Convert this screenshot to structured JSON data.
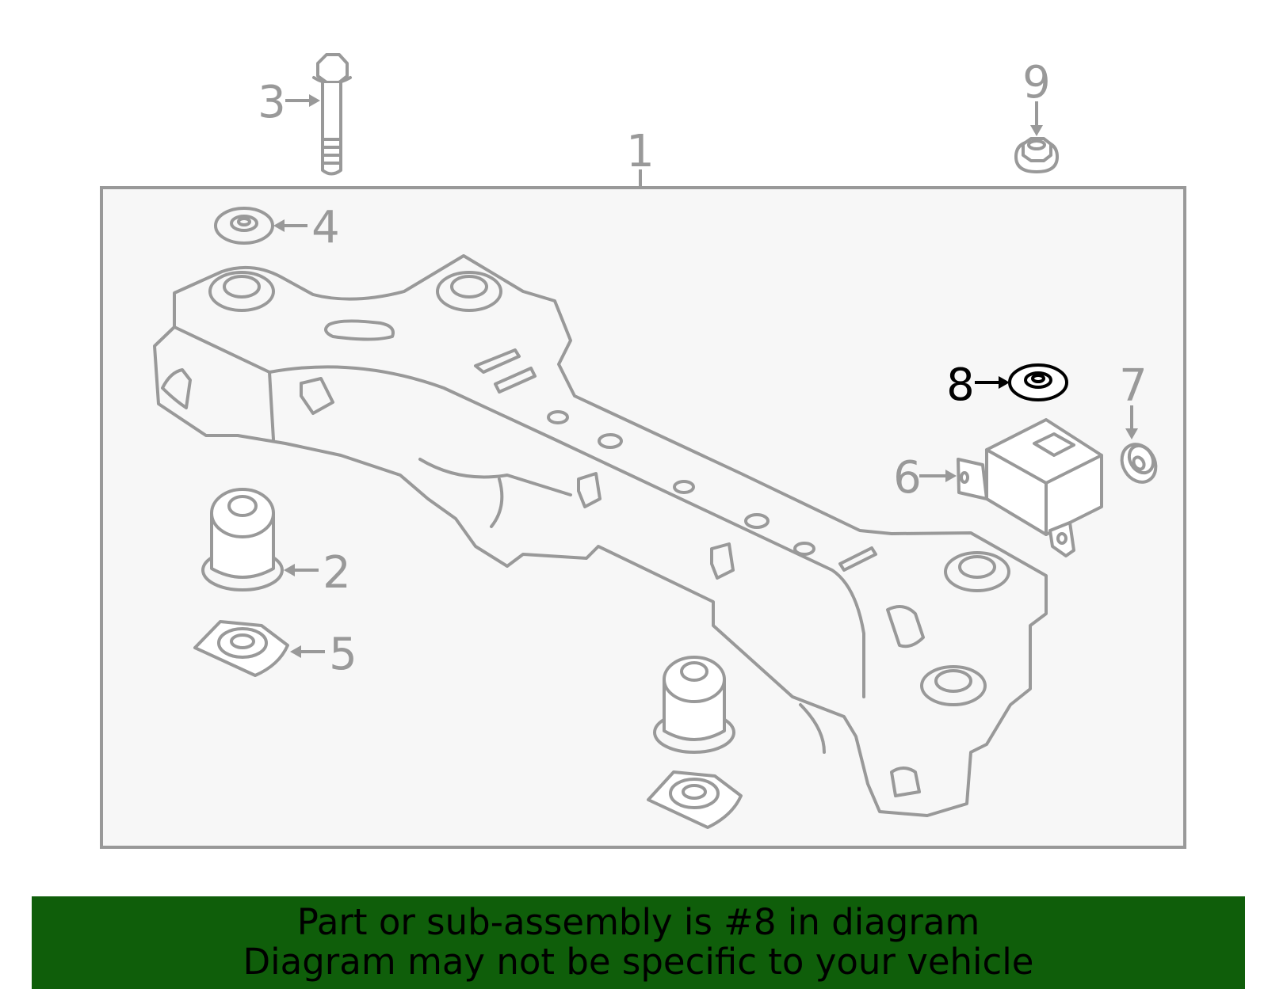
{
  "diagram": {
    "callouts": {
      "c1": "1",
      "c2": "2",
      "c3": "3",
      "c4": "4",
      "c5": "5",
      "c6": "6",
      "c7": "7",
      "c8": "8",
      "c9": "9"
    },
    "highlighted_part": "8",
    "colors": {
      "outline": "#999999",
      "highlight": "#000000",
      "frame_background": "#f7f7f7",
      "banner_background": "#0f5e0a"
    }
  },
  "footer": {
    "line1": "Part or sub-assembly is #8 in diagram",
    "line2": "Diagram may not be specific to your vehicle"
  }
}
